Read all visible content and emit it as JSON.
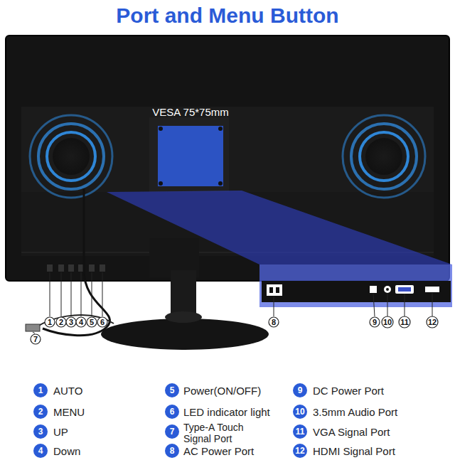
{
  "diagram": {
    "title": "Port and Menu Button",
    "labels": [
      "VESA 75*75mm",
      "1",
      "2",
      "3",
      "4",
      "5",
      "6",
      "7",
      "8",
      "9",
      "10",
      "11",
      "12",
      "1",
      "AUTO",
      "2",
      "MENU",
      "3",
      "UP",
      "4",
      "Down",
      "5",
      "Power(ON/OFF)",
      "6",
      "LED indicator light",
      "7",
      "Type-A Touch Signal Port",
      "8",
      "AC Power Port",
      "9",
      "DC Power Port",
      "10",
      "3.5mm Audio Port",
      "11",
      "VGA Signal Port",
      "12",
      "HDMI Signal Port"
    ]
  }
}
